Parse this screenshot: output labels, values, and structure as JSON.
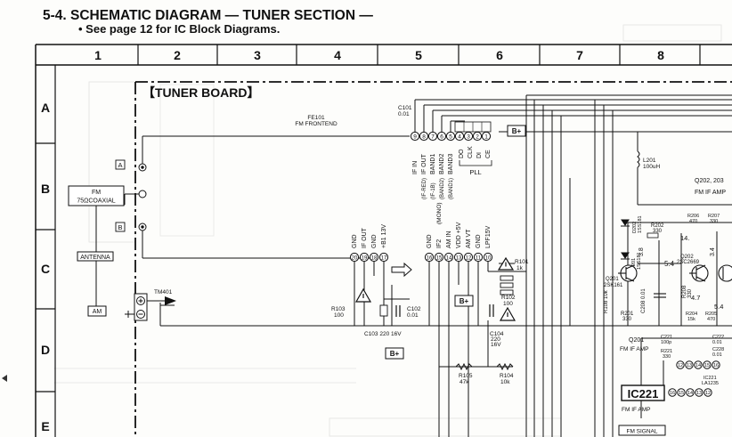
{
  "heading": {
    "title": "5-4. SCHEMATIC DIAGRAM — TUNER SECTION —",
    "subtitle": "• See page 12 for IC Block Diagrams."
  },
  "grid": {
    "columns": [
      "1",
      "2",
      "3",
      "4",
      "5",
      "6",
      "7",
      "8"
    ],
    "rows": [
      "A",
      "B",
      "C",
      "D",
      "E"
    ]
  },
  "board_title": "【TUNER BOARD】",
  "frontend": {
    "ref": "FE101",
    "name": "FM FRONTEND"
  },
  "frontend_top_pins": [
    "9",
    "8",
    "7",
    "6",
    "5",
    "4",
    "3",
    "2",
    "1"
  ],
  "frontend_top_labels": [
    "IF IN",
    "IF OUT",
    "BAND1",
    "BAND2",
    "BAND3",
    "DO",
    "CLK",
    "DI",
    "CE"
  ],
  "frontend_top_sublabels": [
    "(IF-RED)",
    "(IF-1B)",
    "(BAND2)",
    "(BAND1)"
  ],
  "frontend_top_group": "PLL",
  "frontend_bottom_pins": [
    "20",
    "19",
    "18",
    "17",
    "16",
    "15",
    "14",
    "13",
    "12",
    "11",
    "10"
  ],
  "frontend_bottom_labels": [
    "GND",
    "IF OUT",
    "GND",
    "+B1 13V",
    "GND",
    "IF2",
    "AM IN",
    "VDD +5V",
    "AM VT",
    "GND",
    "LPF15V"
  ],
  "frontend_bottom_extra": "(MONO)",
  "b_plus": "B+",
  "antenna": {
    "fm": "FM",
    "fm_coax": "75ΩCOAXIAL",
    "label": "ANTENNA",
    "am": "AM",
    "term_a": "A",
    "term_b": "B"
  },
  "tm": "TM401",
  "parts": {
    "c101": "C101",
    "c101_val": "0.01",
    "r101": "R101",
    "r101_val": "1k",
    "r102": "R102",
    "r102_val": "100",
    "r103": "R103",
    "r103_val": "100",
    "c102": "C102",
    "c102_val": "0.01",
    "c103": "C103 220 16V",
    "c104": "C104",
    "c104_val": "220",
    "c104_v": "16V",
    "r105": "R105",
    "r105_val": "47k",
    "r104": "R104",
    "r104_val": "10k",
    "l201": "L201",
    "l201_val": "100uH",
    "q202_203": "Q202, 203",
    "fm_if_amp": "FM IF AMP",
    "r202": "R202",
    "r202_val": "330",
    "r203": "R203",
    "r203_val": "1k",
    "r206": "R206",
    "r206_val": "470",
    "r207": "R207",
    "r207_val": "330",
    "q201": "Q201",
    "q201_part": "2SK161",
    "q202": "Q202",
    "q202_part": "2SC2669",
    "d201": "D201",
    "d201_part": "1SS181",
    "d202": "D202",
    "d202_part": "1SS181",
    "r208": "R208",
    "r208_val": "330",
    "r201": "R201",
    "r201_val": "330",
    "r204": "R204",
    "r204_val": "15k",
    "r205": "R205",
    "r205_val": "470",
    "r108": "R108 10k",
    "c208": "C208 0.01",
    "c221": "C221",
    "c221_val": "100p",
    "c222": "C222",
    "c222_val": "0.01",
    "c228": "C228",
    "c228_val": "0.01",
    "r221": "R221",
    "r221_val": "330",
    "ic221_part": "LA1235",
    "q201_label": "Q201",
    "ic221": "IC221",
    "fm_signal": "FM SIGNAL",
    "v_54": "5.4",
    "v_47": "4.7",
    "v_14": "14.",
    "v_38": "3.8",
    "v_34": "3.4",
    "v_54b": "5.4",
    "ic_pins": [
      "12",
      "13",
      "14",
      "15",
      "16"
    ],
    "ic_pins2": [
      "16",
      "15",
      "14",
      "13",
      "12"
    ]
  }
}
